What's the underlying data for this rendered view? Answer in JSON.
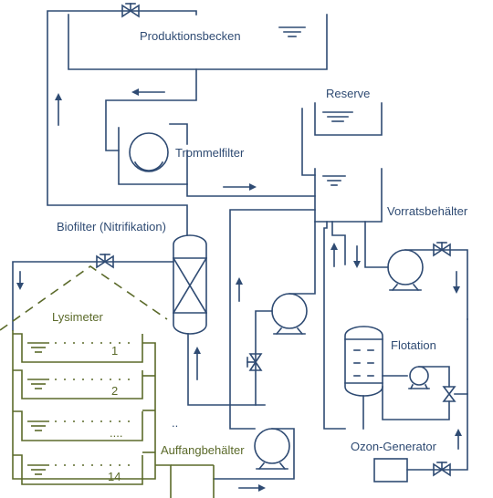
{
  "labels": {
    "produktionsbecken": "Produktionsbecken",
    "reserve": "Reserve",
    "trommelfilter": "Trommelfilter",
    "vorratsbehaelter": "Vorratsbehälter",
    "biofilter": "Biofilter (Nitrifikation)",
    "flotation": "Flotation",
    "ozon_generator": "Ozon-Generator",
    "auffangbehaelter": "Auffangbehälter",
    "lysimeter": "Lysimeter"
  },
  "lysimeter_units": [
    "1",
    "2",
    "....",
    "14"
  ],
  "ellipsis": "..",
  "colors": {
    "water_line": "#2f4b73",
    "soil_line": "#5b6a2a",
    "background": "#ffffff"
  }
}
